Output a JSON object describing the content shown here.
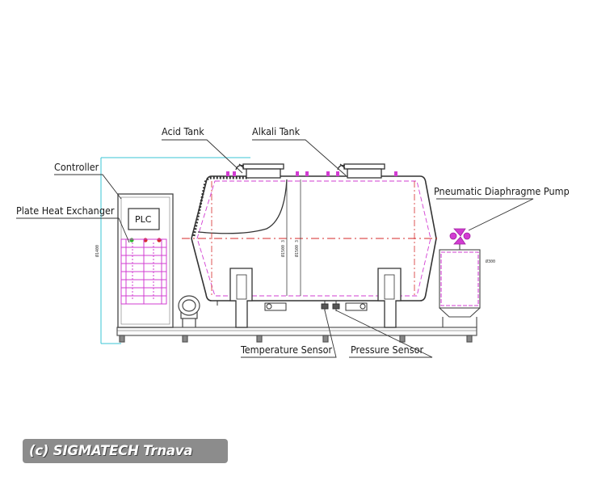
{
  "labels": {
    "acid_tank": "Acid Tank",
    "alkali_tank": "Alkali Tank",
    "controller": "Controller",
    "plate_heat_exchanger": "Plate Heat Exchanger",
    "pneumatic_pump": "Pneumatic Diaphragme Pump",
    "temperature_sensor": "Temperature Sensor",
    "pressure_sensor": "Pressure Sensor",
    "plc": "PLC"
  },
  "dimensions": {
    "controller_height": "Ø1400",
    "acid_height": "Ø1500 3",
    "alkali_height": "Ø1500 3",
    "pump_pipe": "Ø300"
  },
  "watermark": "(c) SIGMATECH Trnava",
  "colors": {
    "line": "#555555",
    "magenta": "#d23cd2",
    "red": "#d42a2a",
    "cyan": "#39c6d6",
    "green": "#2bb52b",
    "badge": "#8c8c8c"
  }
}
